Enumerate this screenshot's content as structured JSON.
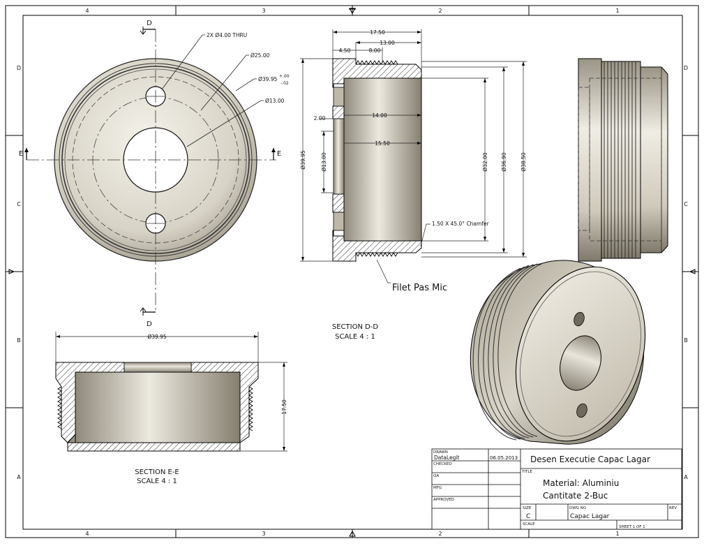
{
  "zones": {
    "top_cols": [
      "4",
      "3",
      "2",
      "1"
    ],
    "bottom_cols": [
      "4",
      "3",
      "2",
      "1"
    ],
    "left_rows": [
      "D",
      "C",
      "B",
      "A"
    ],
    "right_rows": [
      "D",
      "C",
      "B",
      "A"
    ]
  },
  "front_view": {
    "section_d_top": "D",
    "section_d_bottom": "D",
    "section_e_left": "E",
    "section_e_right": "E",
    "callouts": {
      "holes": "2X Ø4.00 THRU",
      "d25": "Ø25.00",
      "d3995": "Ø39.95",
      "tol_upper": "+.00",
      "tol_lower": "-.02",
      "d13": "Ø13.00"
    }
  },
  "section_dd": {
    "dims": {
      "len_1750": "17.50",
      "len_1300": "13.00",
      "len_450": "4.50",
      "len_800": "8.00",
      "len_200": "2.00",
      "len_1400": "14.00",
      "len_1550": "15.50",
      "d3995": "Ø39.95",
      "d1300": "Ø13.00",
      "d3200": "Ø32.00",
      "d3690": "Ø36.90",
      "d3850": "Ø38.50"
    },
    "chamfer_note": "1.50 X 45.0° Chamfer",
    "thread_note": "Filet Pas Mic",
    "title": "SECTION D-D",
    "scale": "SCALE 4 : 1"
  },
  "section_ee": {
    "dims": {
      "d3995": "Ø39.95",
      "len_1750": "17.50"
    },
    "title": "SECTION E-E",
    "scale": "SCALE 4 : 1"
  },
  "title_block": {
    "drawn_label": "DRAWN",
    "drawn_by": "DataLegit",
    "drawn_date": "06.05.2013",
    "checked_label": "CHECKED",
    "qa_label": "QA",
    "mfg_label": "MFG",
    "approved_label": "APPROVED",
    "project_title": "Desen Executie Capac Lagar",
    "title_label": "TITLE",
    "material": "Material: Aluminiu",
    "quantity": "Cantitate 2-Buc",
    "size_label": "SIZE",
    "size": "C",
    "dwg_no_label": "DWG NO",
    "dwg_no": "Capac Lagar",
    "rev_label": "REV",
    "scale_label": "SCALE",
    "sheet": "SHEET 1  OF 1"
  },
  "colors": {
    "metal": "#d4d0c4",
    "metal_dark": "#8a8575",
    "line": "#000000"
  }
}
